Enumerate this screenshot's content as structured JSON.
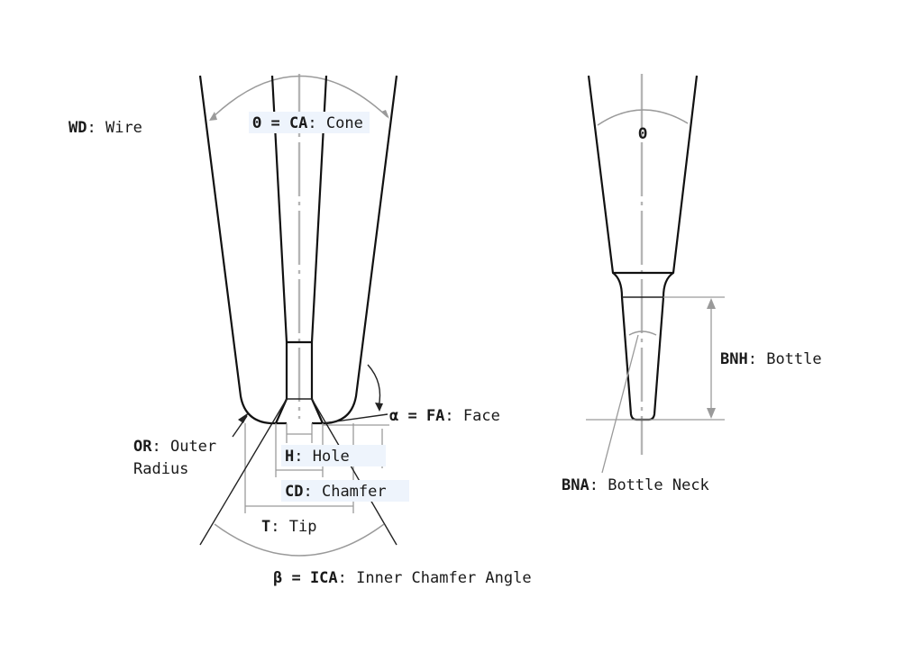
{
  "labels": {
    "wd": {
      "abbr": "WD",
      "sep": ": ",
      "text": "Wire"
    },
    "cone": {
      "abbr": "Θ = CA",
      "sep": ": ",
      "text": "Cone"
    },
    "fa": {
      "abbr": "α = FA",
      "sep": ": ",
      "text": "Face"
    },
    "or": {
      "abbr": "OR",
      "sep": ": ",
      "text": "Outer",
      "text2": "Radius"
    },
    "h": {
      "abbr": "H",
      "sep": ": ",
      "text": "Hole"
    },
    "cd": {
      "abbr": "CD",
      "sep": ": ",
      "text": "Chamfer"
    },
    "t": {
      "abbr": "T",
      "sep": ": ",
      "text": "Tip"
    },
    "ica": {
      "abbr": "β = ICA",
      "sep": ": ",
      "text": "Inner Chamfer Angle"
    },
    "theta": {
      "abbr": "Θ"
    },
    "bnh": {
      "abbr": "BNH",
      "sep": ": ",
      "text": "Bottle"
    },
    "bna": {
      "abbr": "BNA",
      "sep": ": ",
      "text": "Bottle Neck"
    }
  },
  "colors": {
    "outline": "#111111",
    "dimension": "#9a9a9a",
    "highlight": "#eef4fc"
  }
}
